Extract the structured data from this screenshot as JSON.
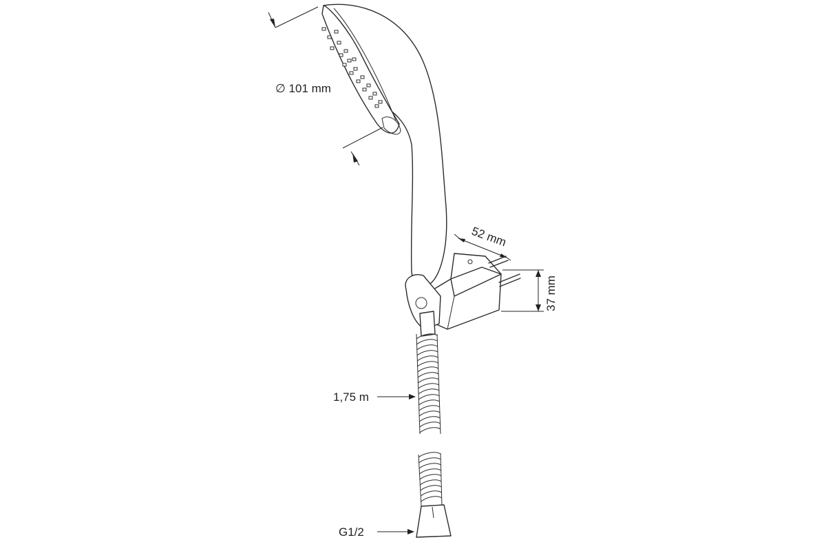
{
  "dimensions": {
    "head_diameter": "∅ 101 mm",
    "bracket_depth": "52 mm",
    "bracket_height": "37 mm",
    "hose_length": "1,75 m",
    "connector_thread": "G1/2"
  }
}
